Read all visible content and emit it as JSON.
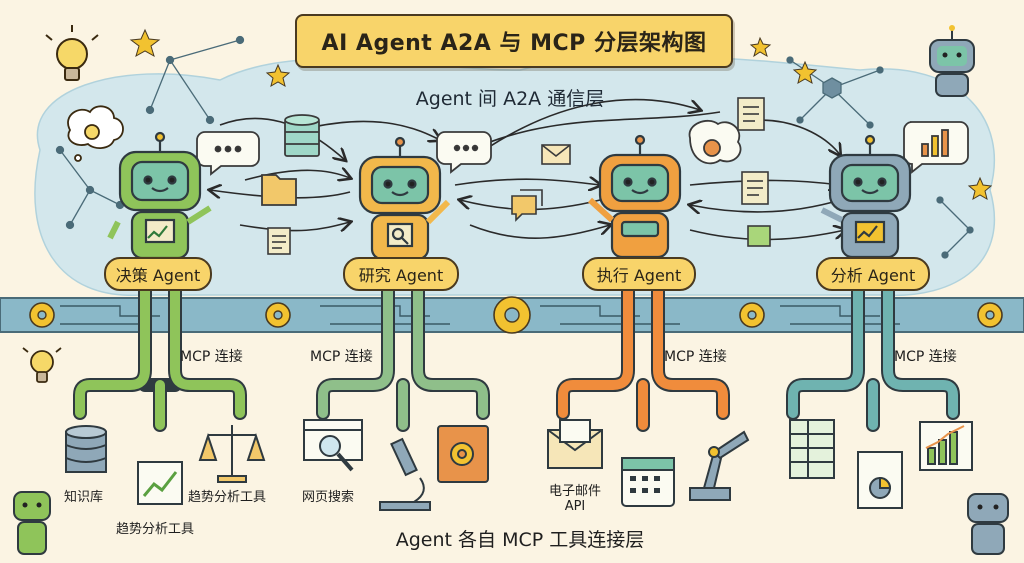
{
  "title": "AI Agent A2A 与 MCP 分层架构图",
  "a2a_layer_title": "Agent 间 A2A 通信层",
  "mcp_layer_title": "Agent 各自 MCP 工具连接层",
  "agents": [
    {
      "label": "决策 Agent",
      "color": "#8fc45a",
      "mcp_label": "MCP 连接",
      "tools": [
        {
          "label": "知识库",
          "icon": "database-icon"
        },
        {
          "label": "趋势分析工具",
          "icon": "trend-chart-icon"
        },
        {
          "label": "趋势分析工具",
          "icon": "scale-icon"
        }
      ]
    },
    {
      "label": "研究 Agent",
      "color": "#f2b84b",
      "mcp_label": "MCP 连接",
      "tools": [
        {
          "label": "网页搜索",
          "icon": "web-search-icon"
        },
        {
          "label": "",
          "icon": "microscope-icon"
        },
        {
          "label": "",
          "icon": "book-gear-icon"
        }
      ]
    },
    {
      "label": "执行 Agent",
      "color": "#f0a040",
      "mcp_label": "MCP 连接",
      "tools": [
        {
          "label": "电子邮件\nAPI",
          "icon": "email-icon"
        },
        {
          "label": "",
          "icon": "calendar-icon"
        },
        {
          "label": "",
          "icon": "robot-arm-icon"
        }
      ]
    },
    {
      "label": "分析 Agent",
      "color": "#7cc4a8",
      "mcp_label": "MCP 连接",
      "tools": [
        {
          "label": "",
          "icon": "spreadsheet-icon"
        },
        {
          "label": "",
          "icon": "pie-report-icon"
        },
        {
          "label": "",
          "icon": "bar-chart-icon"
        }
      ]
    }
  ],
  "colors": {
    "bus": "#8ab8c8",
    "cloud": "#cfe6ee",
    "decision_pipe": "#8fc45a",
    "research_pipe": "#8fbf8a",
    "execute_pipe": "#f08c3c",
    "analysis_pipe": "#6fb3b0",
    "banner": "#f8d46a"
  }
}
